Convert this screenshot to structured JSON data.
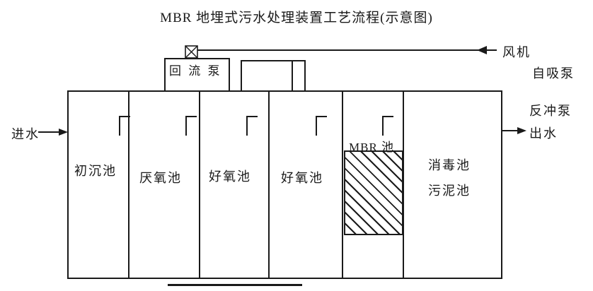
{
  "colors": {
    "line": "#1a1a1a",
    "background": "#ffffff"
  },
  "title": "MBR 地埋式污水处理装置工艺流程(示意图)",
  "tank": {
    "compartments": [
      {
        "label": "初沉池"
      },
      {
        "label": "厌氧池"
      },
      {
        "label": "好氧池"
      },
      {
        "label": "好氧池"
      },
      {
        "label": "MBR 池"
      },
      {
        "label": "消毒池",
        "label2": "污泥池"
      }
    ],
    "membrane_icon": "hatched-membrane-module"
  },
  "top": {
    "reflux_pump_label": "回 流 泵",
    "valve_icon": "valve-icon",
    "fan_label": "风机",
    "fan_arrow_icon": "arrow-left-icon"
  },
  "left": {
    "inlet_label": "进水",
    "inlet_arrow_icon": "arrow-right-icon"
  },
  "right": {
    "self_priming_pump_label": "自吸泵",
    "backwash_pump_label": "反冲泵",
    "outlet_label": "出水",
    "outlet_arrow_icon": "arrow-right-icon"
  }
}
